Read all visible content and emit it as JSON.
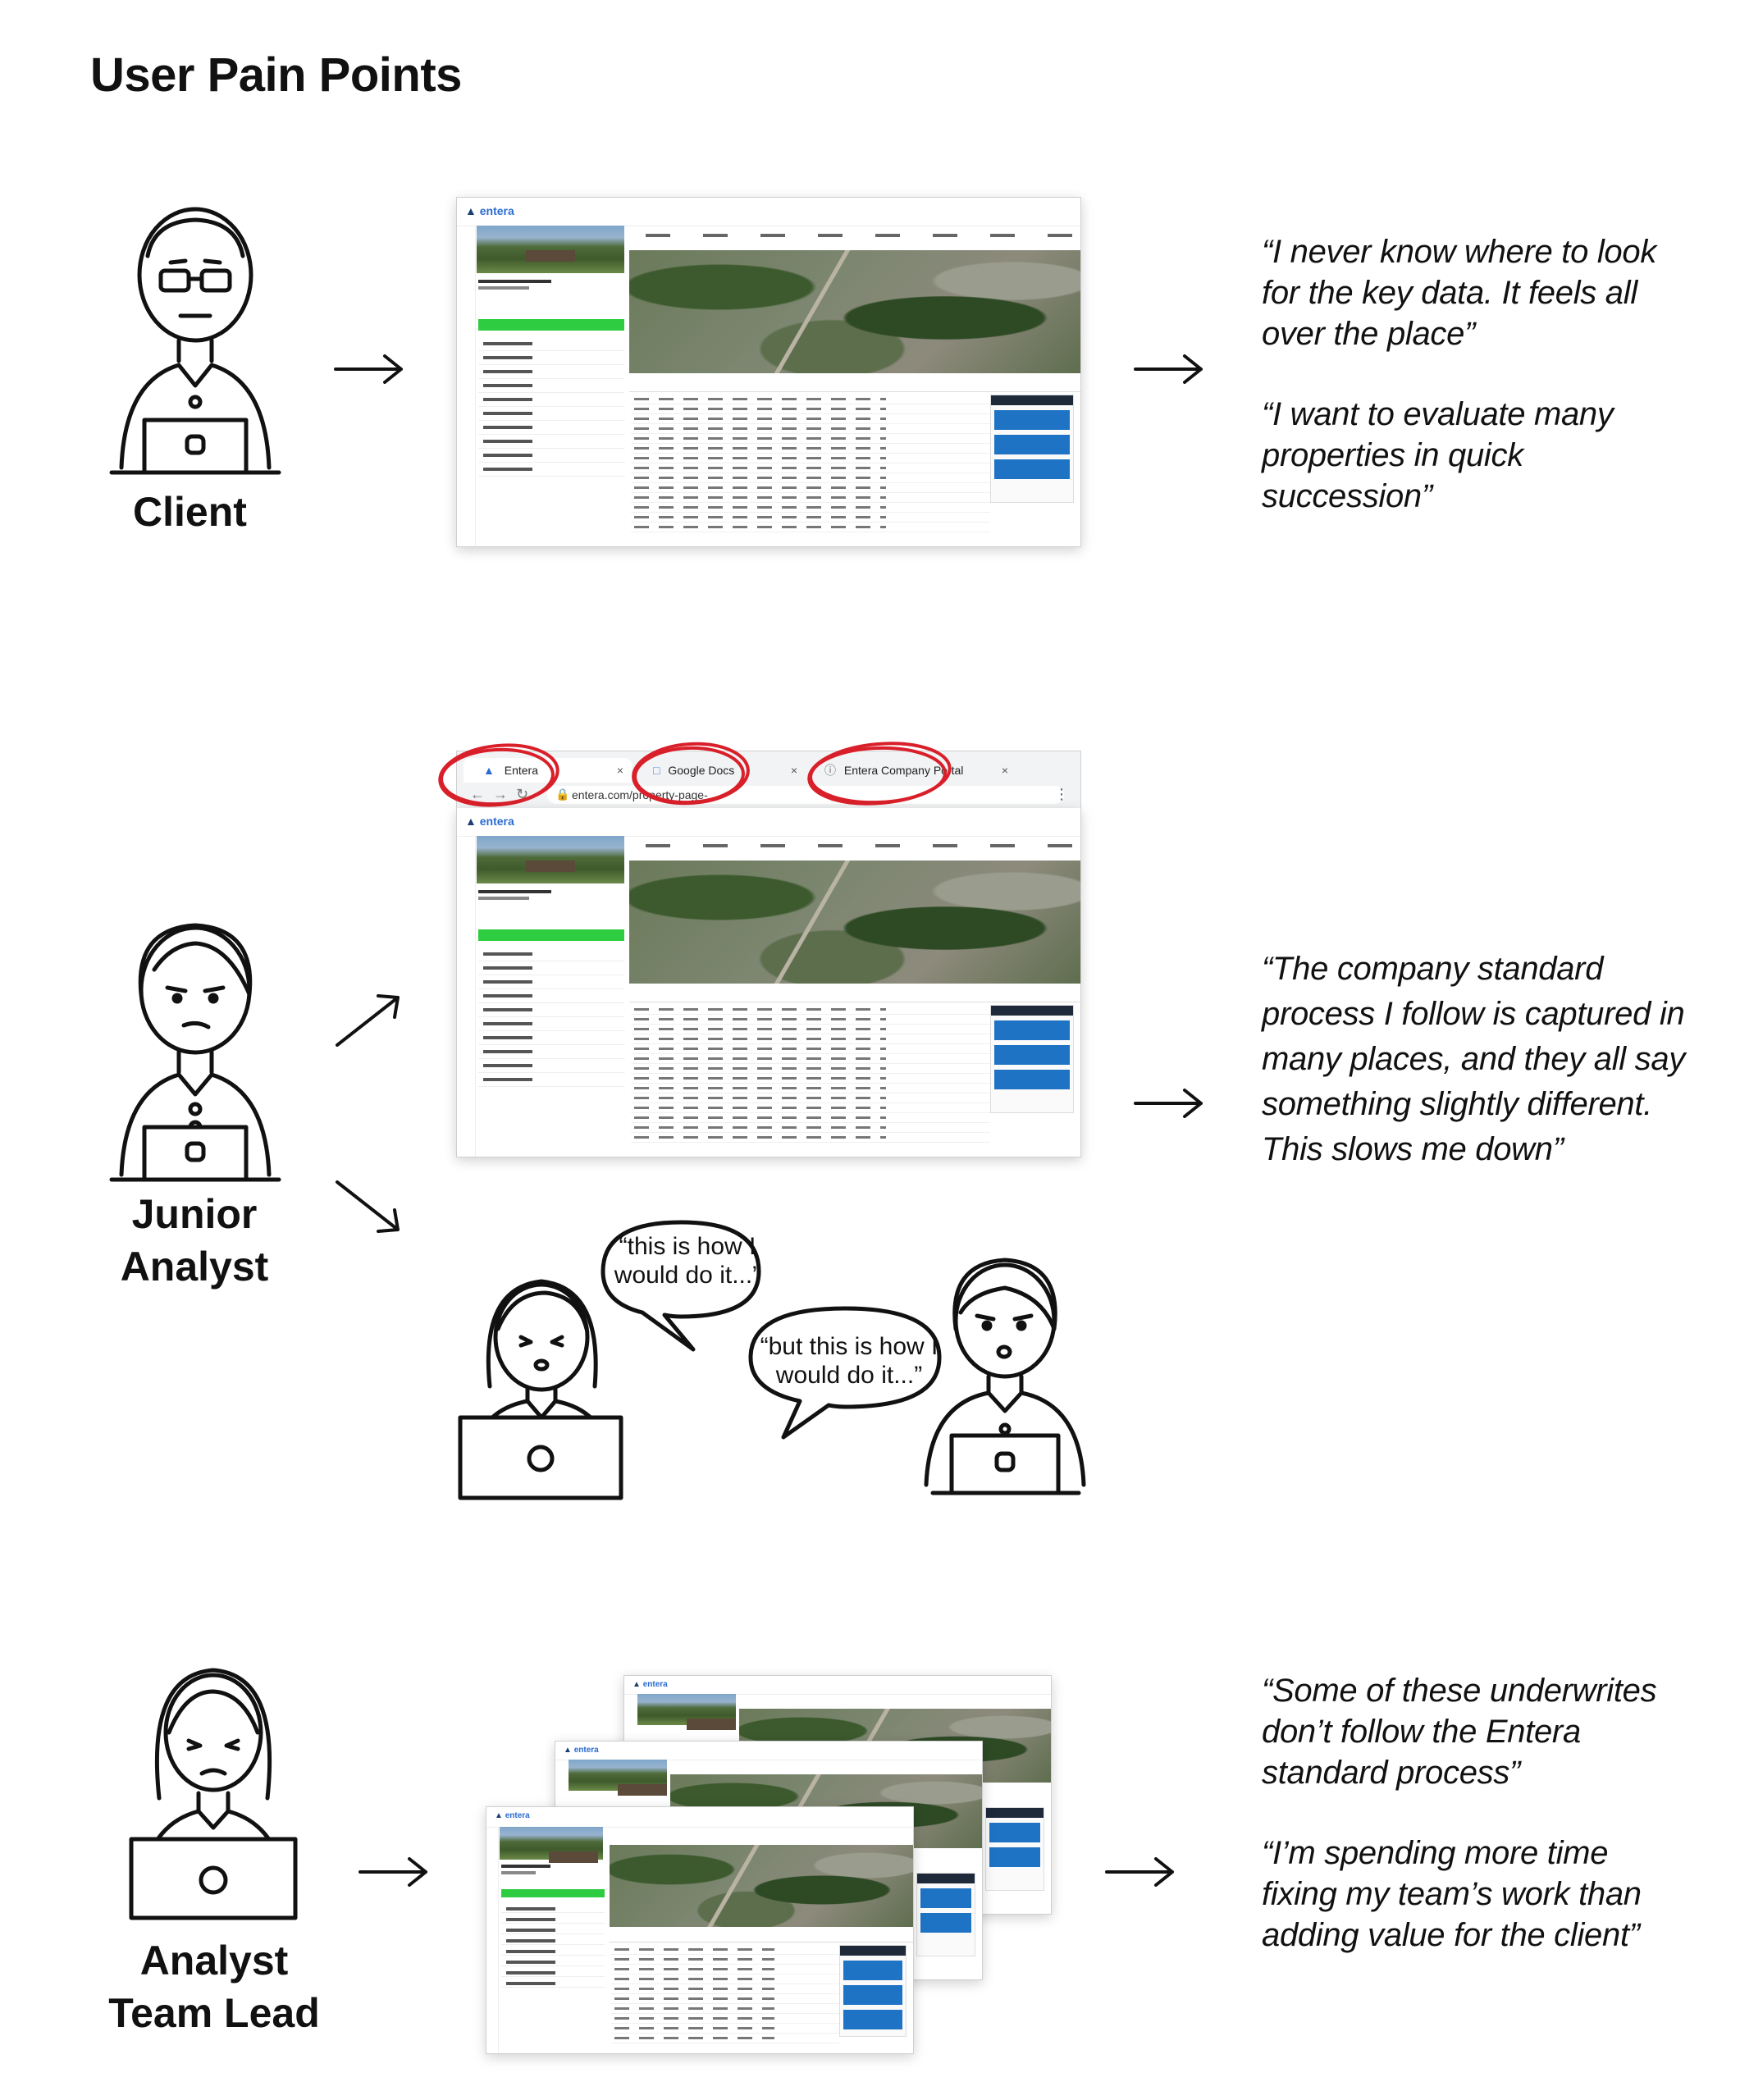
{
  "page": {
    "title": "User Pain Points"
  },
  "personas": [
    {
      "label": "Client",
      "quotes": [
        "“I never know where to look for the key data. It feels all over the place”",
        "“I want to evaluate many properties in quick succession”"
      ]
    },
    {
      "label": "Junior Analyst",
      "quotes": [
        "“The company standard process I follow is captured in many places, and they all say something slightly different. This slows me down”"
      ],
      "browser_tabs": [
        "Entera",
        "Google Docs",
        "Entera Company Portal"
      ],
      "url": "entera.com/property-page-",
      "bubbles": [
        "“this is how I would do it...”",
        "“but this is how I would do it...”"
      ]
    },
    {
      "label": "Analyst Team Lead",
      "quotes": [
        "“Some of these underwrites don’t follow the Entera standard process”",
        "“I’m spending more time fixing my team’s work than adding value for the client”"
      ]
    }
  ],
  "mock_app": {
    "logo": "entera"
  },
  "colors": {
    "annotation_red": "#d9202a",
    "accent_green": "#2ecc40",
    "brand_blue": "#1f73c4"
  }
}
